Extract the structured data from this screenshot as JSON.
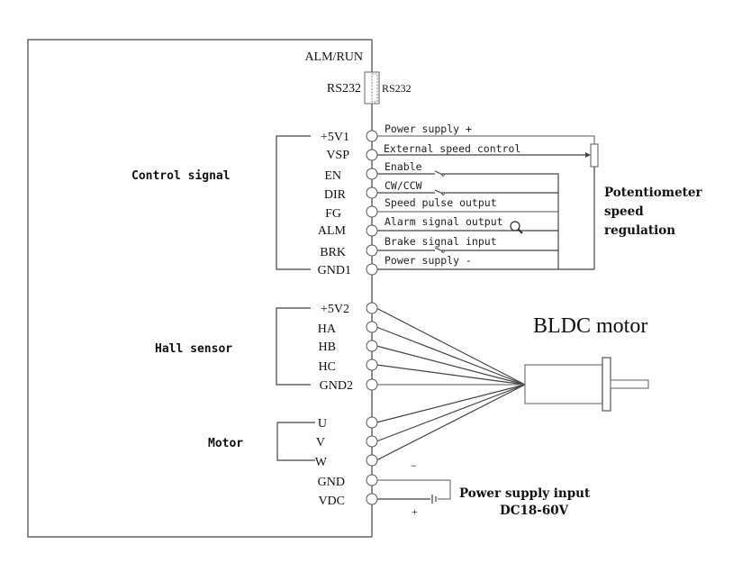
{
  "diagram": {
    "title": "BLDC motor driver wiring diagram",
    "status_label": "ALM/RUN",
    "rs232": {
      "inner_label": "RS232",
      "outer_label": "RS232"
    },
    "groups": {
      "control": {
        "label": "Control signal",
        "terminals": [
          {
            "name": "+5V1",
            "signal": "Power supply +"
          },
          {
            "name": "VSP",
            "signal": "External speed control"
          },
          {
            "name": "EN",
            "signal": "Enable"
          },
          {
            "name": "DIR",
            "signal": "CW/CCW"
          },
          {
            "name": "FG",
            "signal": "Speed pulse output"
          },
          {
            "name": "ALM",
            "signal": "Alarm signal output"
          },
          {
            "name": "BRK",
            "signal": "Brake signal input"
          },
          {
            "name": "GND1",
            "signal": "Power supply -"
          }
        ]
      },
      "hall": {
        "label": "Hall sensor",
        "terminals": [
          {
            "name": "+5V2"
          },
          {
            "name": "HA"
          },
          {
            "name": "HB"
          },
          {
            "name": "HC"
          },
          {
            "name": "GND2"
          }
        ]
      },
      "motor": {
        "label": "Motor",
        "terminals": [
          {
            "name": "U"
          },
          {
            "name": "V"
          },
          {
            "name": "W"
          }
        ]
      },
      "power": {
        "terminals": [
          {
            "name": "GND"
          },
          {
            "name": "VDC"
          }
        ]
      }
    },
    "potentiometer": {
      "label_lines": [
        "Potentiometer",
        "speed",
        "regulation"
      ]
    },
    "motor_title": "BLDC motor",
    "power_input": {
      "label": "Power supply input",
      "range": "DC18-60V",
      "minus": "−",
      "plus": "+"
    }
  }
}
